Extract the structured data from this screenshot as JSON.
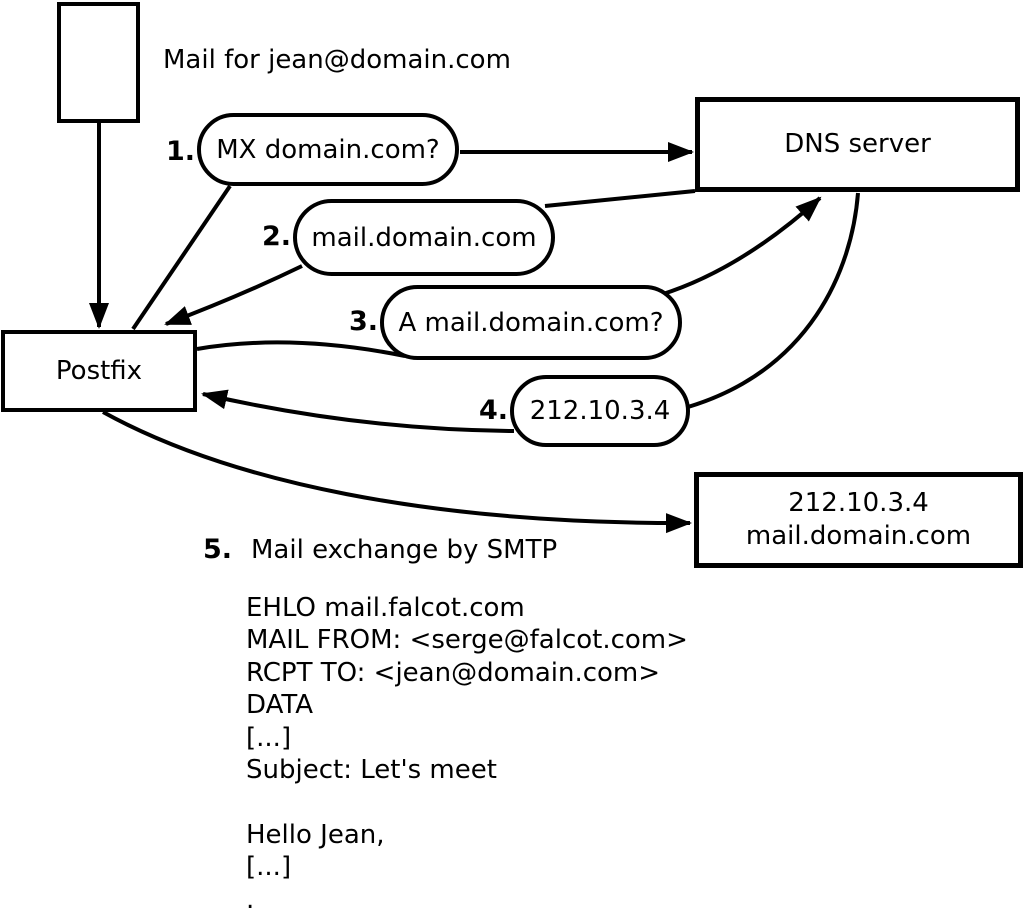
{
  "diagram": {
    "title": "Mail for jean@domain.com",
    "nodes": {
      "postfix": "Postfix",
      "dns_server": "DNS server",
      "mail_server_line1": "212.10.3.4",
      "mail_server_line2": "mail.domain.com"
    },
    "steps": [
      {
        "num": "1.",
        "label": "MX domain.com?"
      },
      {
        "num": "2.",
        "label": "mail.domain.com"
      },
      {
        "num": "3.",
        "label": "A mail.domain.com?"
      },
      {
        "num": "4.",
        "label": "212.10.3.4"
      },
      {
        "num": "5.",
        "label": "Mail exchange by SMTP"
      }
    ],
    "smtp_session": "EHLO mail.falcot.com\nMAIL FROM: <serge@falcot.com>\nRCPT TO: <jean@domain.com>\nDATA\n[...]\nSubject: Let's meet\n\nHello Jean,\n[...]\n.",
    "colors": {
      "stroke": "#000000",
      "background": "#ffffff"
    }
  }
}
